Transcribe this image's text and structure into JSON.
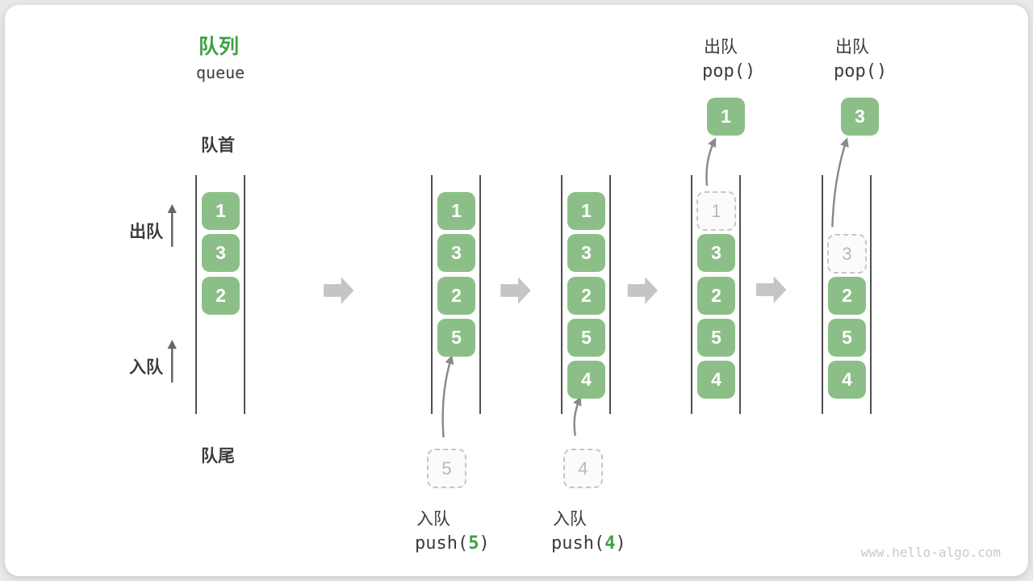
{
  "header": {
    "title_zh": "队列",
    "title_en": "queue"
  },
  "side_labels": {
    "front": "队首",
    "rear": "队尾",
    "dequeue": "出队",
    "enqueue": "入队"
  },
  "watermark": "www.hello-algo.com",
  "colors": {
    "accent_green": "#3da142",
    "box_green": "#8cbf87",
    "block_arrow_gray": "#c5c5c5",
    "channel_line": "#4f4f4f",
    "text_dark": "#3c3c3c",
    "ghost_gray": "#b8b8b8"
  },
  "queues": [
    {
      "items": [
        "1",
        "3",
        "2"
      ]
    },
    {
      "items": [
        "1",
        "3",
        "2",
        "5"
      ],
      "incoming": "5"
    },
    {
      "items": [
        "1",
        "3",
        "2",
        "5",
        "4"
      ],
      "incoming": "4"
    },
    {
      "ghost": "1",
      "items": [
        "3",
        "2",
        "5",
        "4"
      ],
      "popped": "1"
    },
    {
      "ghost": "3",
      "items": [
        "2",
        "5",
        "4"
      ],
      "popped": "3"
    }
  ],
  "operations": {
    "push5": {
      "label": "入队",
      "fn_open": "push(",
      "arg": "5",
      "fn_close": ")"
    },
    "push4": {
      "label": "入队",
      "fn_open": "push(",
      "arg": "4",
      "fn_close": ")"
    },
    "pop1": {
      "label": "出队",
      "fn": "pop()"
    },
    "pop2": {
      "label": "出队",
      "fn": "pop()"
    }
  }
}
